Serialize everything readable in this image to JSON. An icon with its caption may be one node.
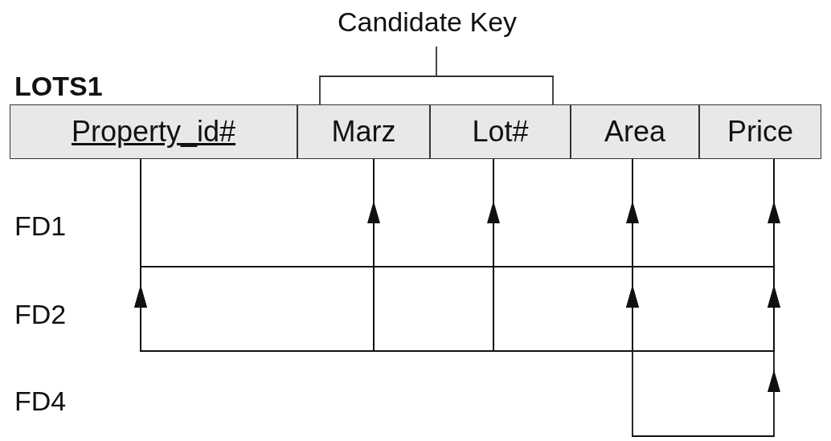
{
  "diagram": {
    "nodes": [
      {
        "text": [
          "LOTS1"
        ]
      },
      {
        "text": [
          "Property_id#"
        ],
        "in": 0
      },
      {
        "text": [
          "Marz"
        ],
        "in": 0
      },
      {
        "text": [
          "Lot#"
        ],
        "in": 0
      },
      {
        "text": [
          "Area"
        ],
        "in": 0
      },
      {
        "text": [
          "Price"
        ],
        "in": 0
      }
    ],
    "edges": [
      {
        "from": 1,
        "to": 2,
        "arrow": "to"
      },
      {
        "from": 1,
        "to": 3,
        "arrow": "to"
      },
      {
        "from": 1,
        "to": 4,
        "arrow": "to"
      },
      {
        "from": 1,
        "to": 5,
        "arrow": "to"
      },
      {
        "from": 2,
        "to": 1,
        "arrow": "to"
      },
      {
        "from": 2,
        "to": 4,
        "arrow": "to"
      },
      {
        "from": 2,
        "to": 5,
        "arrow": "to"
      },
      {
        "from": 3,
        "to": 1,
        "arrow": "to"
      },
      {
        "from": 3,
        "to": 4,
        "arrow": "to"
      },
      {
        "from": 3,
        "to": 5,
        "arrow": "to"
      },
      {
        "from": 4,
        "to": 5,
        "arrow": "to"
      }
    ],
    "labels": [
      "Candidate Key",
      "FD1",
      "FD2",
      "FD4"
    ]
  }
}
